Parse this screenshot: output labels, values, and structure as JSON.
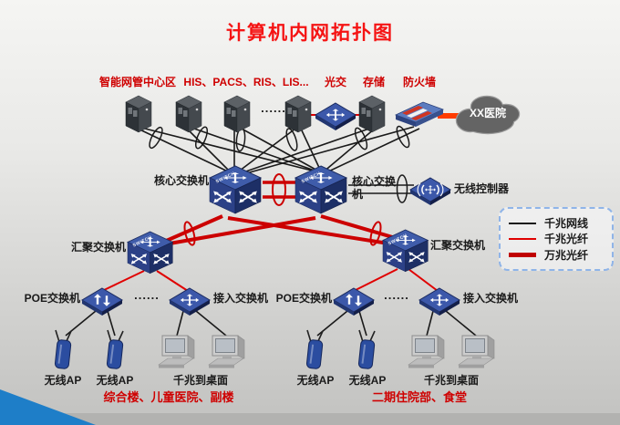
{
  "slide": {
    "title": "计算机内网拓扑图"
  },
  "top": {
    "mgmt_label": "智能网管中心区",
    "his_label": "HIS、PACS、RIS、LIS...",
    "optical_label": "光交",
    "storage_label": "存储",
    "firewall_label": "防火墙",
    "dots": "......",
    "cloud_label": "XX医院"
  },
  "core": {
    "left_label": "核心交换机",
    "right_label": "核心交换机",
    "wireless_controller_label": "无线控制器"
  },
  "legend": {
    "items": [
      {
        "label": "千兆网线",
        "color": "#1a1a1a",
        "thickness": "thin"
      },
      {
        "label": "千兆光纤",
        "color": "#e00000",
        "thickness": "thin"
      },
      {
        "label": "万兆光纤",
        "color": "#c00000",
        "thickness": "thick"
      }
    ]
  },
  "aggregation": {
    "left_label": "汇聚交换机",
    "right_label": "汇聚交换机"
  },
  "access": {
    "poe_label": "POE交换机",
    "access_label": "接入交换机",
    "dots": "......"
  },
  "endpoints": {
    "ap_label": "无线AP",
    "desktop_label": "千兆到桌面"
  },
  "buildings": {
    "left_label": "综合楼、儿童医院、副楼",
    "right_label": "二期住院部、食堂"
  },
  "icons": {
    "switch_text": "SWITCH"
  },
  "colors": {
    "title_red": "#f51414",
    "label_red": "#cf0000",
    "line_black": "#1a1a1a",
    "fiber_red": "#e00000",
    "fiber_10g_red": "#c00000",
    "internet_link_orange": "#ff3c00",
    "device_blue": "#3c58aa",
    "corner_triangle_blue": "#1e7ec8",
    "cloud_gray": "#646464"
  }
}
